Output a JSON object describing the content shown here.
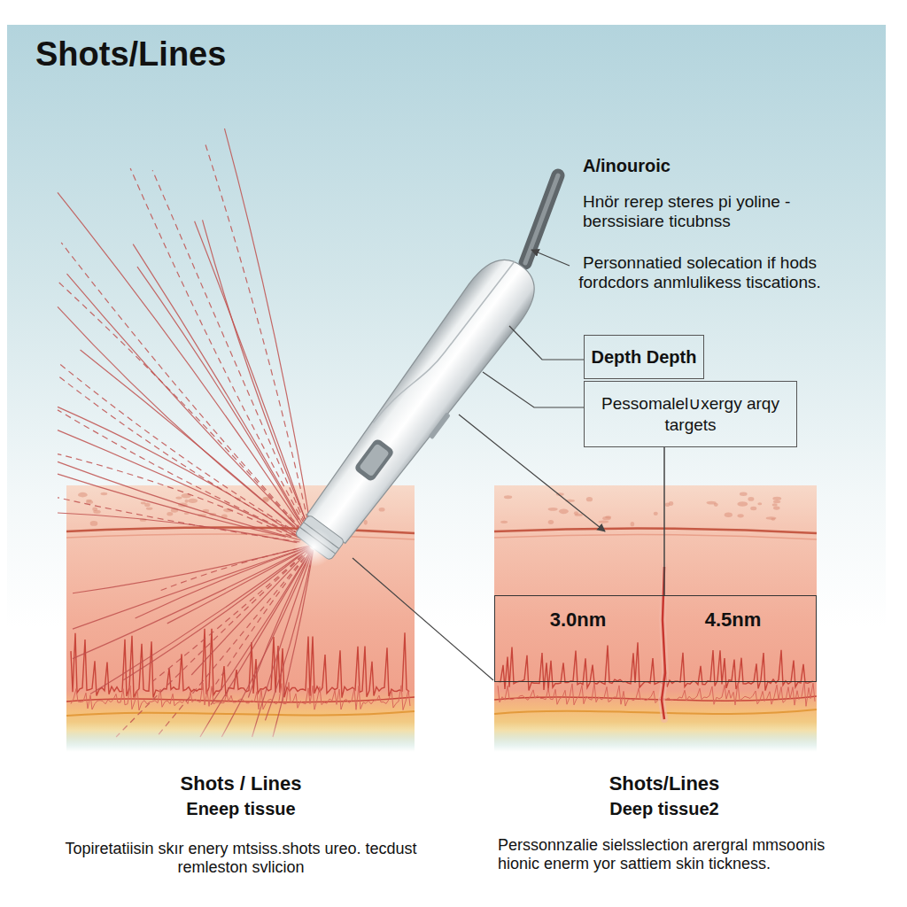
{
  "diagram": {
    "title": "Shots/Lines",
    "nodes": [
      {
        "text": [
          "Depth Depth"
        ]
      },
      {
        "text": [
          "Pessomalel∪xergy arqy targets"
        ]
      },
      {
        "text": [
          "3.0nm",
          "4.5nm"
        ]
      }
    ],
    "edges": [
      {
        "from": 1,
        "to": 2,
        "arrow": "none"
      }
    ],
    "labels": [
      "A/inouroic",
      "Hnör rerep steres pi yoline - berssisiare ticubnss",
      "Personnatied solecation if hods fordcdors anmlulikess tiscations.",
      "Shots / Lines",
      "Eneep tissue",
      "Shots/Lines",
      "Deep tissue2",
      "Topiretatiisin skır enery mtsiss.shots ureo. tecdust remleston svlicion",
      "Perssonnzalie sielsslection arergral mmsoonis hionic enerm yor sattiem skin tickness."
    ]
  }
}
